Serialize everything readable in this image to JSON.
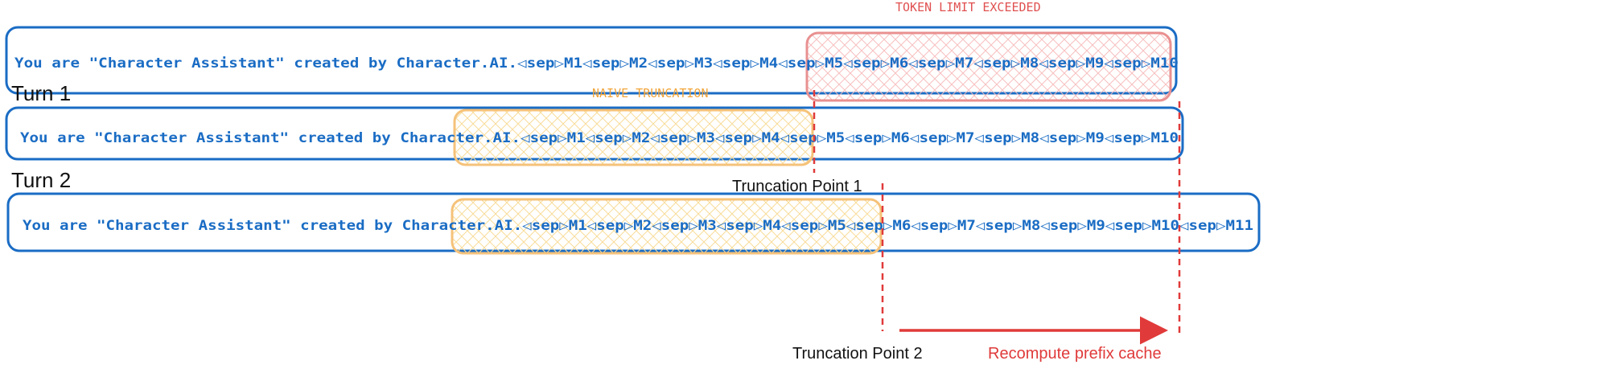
{
  "colors": {
    "blue": "#1a6cc4",
    "red": "#e03a3a",
    "orange": "#f2a53a",
    "red_fill": "#f4a3a3",
    "orange_fill": "#fbd9a0"
  },
  "row0": {
    "annotation": "TOKEN LIMIT EXCEEDED",
    "text": "You are \"Character Assistant\" created by Character.AI.◁sep▷M1◁sep▷M2◁sep▷M3◁sep▷M4◁sep▷M5◁sep▷M6◁sep▷M7◁sep▷M8◁sep▷M9◁sep▷M10"
  },
  "row1": {
    "label": "Turn 1",
    "annotation": "NAIVE TRUNCATION",
    "text": "You are \"Character Assistant\" created by Character.AI.◁sep▷M1◁sep▷M2◁sep▷M3◁sep▷M4◁sep▷M5◁sep▷M6◁sep▷M7◁sep▷M8◁sep▷M9◁sep▷M10"
  },
  "row2": {
    "label": "Turn 2",
    "text": "You are \"Character Assistant\" created by Character.AI.◁sep▷M1◁sep▷M2◁sep▷M3◁sep▷M4◁sep▷M5◁sep▷M6◁sep▷M7◁sep▷M8◁sep▷M9◁sep▷M10◁sep▷M11"
  },
  "truncation_point_1": "Truncation Point 1",
  "truncation_point_2": "Truncation Point 2",
  "recompute_label": "Recompute prefix cache"
}
